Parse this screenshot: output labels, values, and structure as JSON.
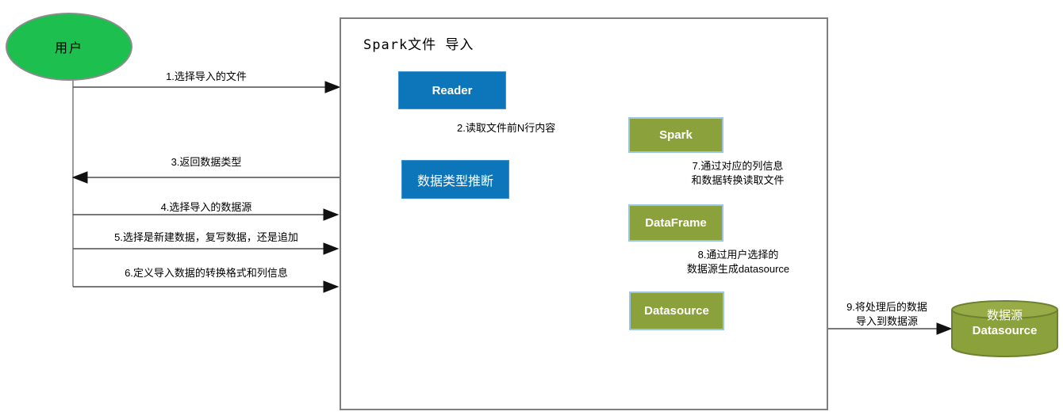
{
  "diagram": {
    "title": "Spark文件 导入",
    "actor": {
      "label": "用户"
    },
    "nodes": {
      "reader": "Reader",
      "type_inference": "数据类型推断",
      "spark": "Spark",
      "dataframe": "DataFrame",
      "datasource": "Datasource",
      "db_cylinder": {
        "line1": "数据源",
        "line2": "Datasource"
      }
    },
    "edge_labels": {
      "l1": "1.选择导入的文件",
      "l2": "2.读取文件前N行内容",
      "l3": "3.返回数据类型",
      "l4": "4.选择导入的数据源",
      "l5": "5.选择是新建数据，复写数据，还是追加",
      "l6": "6.定义导入数据的转换格式和列信息",
      "l7_line1": "7.通过对应的列信息",
      "l7_line2": "和数据转换读取文件",
      "l8_line1": "8.通过用户选择的",
      "l8_line2": "数据源生成datasource",
      "l9_line1": "9.将处理后的数据",
      "l9_line2": "导入到数据源"
    },
    "colors": {
      "actor_green": "#1dbf4f",
      "process_blue": "#0d76bb",
      "stage_olive": "#8ba23c",
      "olive_border_light_blue": "#9dc3e6",
      "frame_border_gray": "#7f7f7f",
      "connector_gray": "#4d4d4d"
    }
  }
}
